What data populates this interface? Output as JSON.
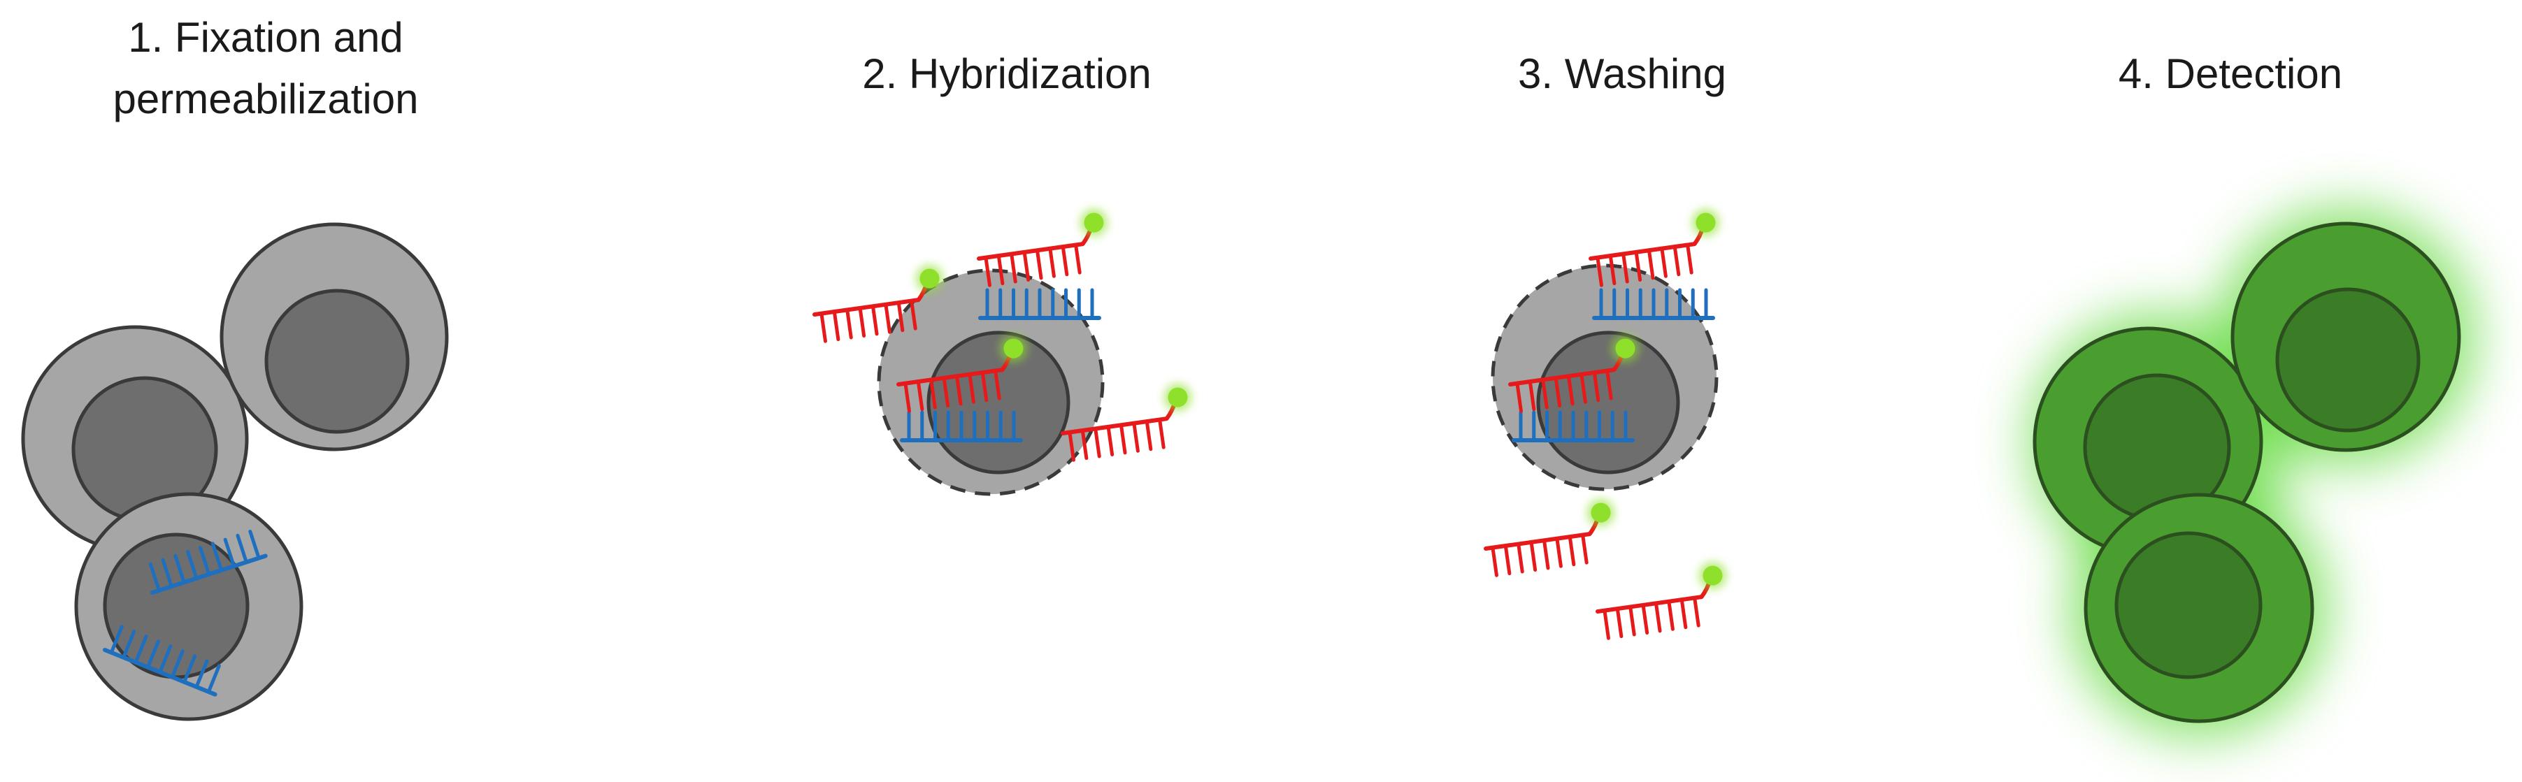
{
  "steps": [
    {
      "number": "1.",
      "lines": [
        "1. Fixation and",
        "permeabilization"
      ]
    },
    {
      "number": "2.",
      "lines": [
        "2. Hybridization"
      ]
    },
    {
      "number": "3.",
      "lines": [
        "3. Washing"
      ]
    },
    {
      "number": "4.",
      "lines": [
        "4. Detection"
      ]
    }
  ],
  "colors": {
    "cell_fill": "#a6a6a6",
    "nucleus_fill": "#6e6e6e",
    "outline": "#3a3a3a",
    "target_rna": "#1f6fbf",
    "probe": "#e61a1a",
    "fluorophore": "#8fe02a",
    "detected_cell": "#4a9e30",
    "detected_nucleus": "#3a7d26",
    "glow": "#5fd83a"
  }
}
